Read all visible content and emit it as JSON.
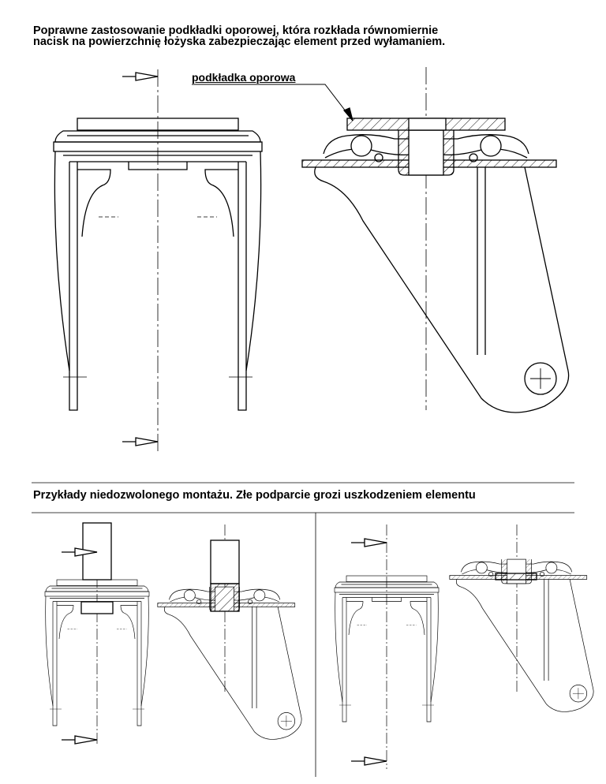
{
  "heading": {
    "line1": "Poprawne zastosowanie podkładki oporowej, która rozkłada równomiernie",
    "line2": "nacisk na powierzchnię łożyska zabezpieczając element przed wyłamaniem."
  },
  "callout": {
    "label": "podkładka oporowa"
  },
  "warning": {
    "text": "Przykłady niedozwolonego montażu. Złe podparcie grozi uszkodzeniem elementu"
  },
  "colors": {
    "ink": "#000000",
    "paper": "#ffffff"
  }
}
